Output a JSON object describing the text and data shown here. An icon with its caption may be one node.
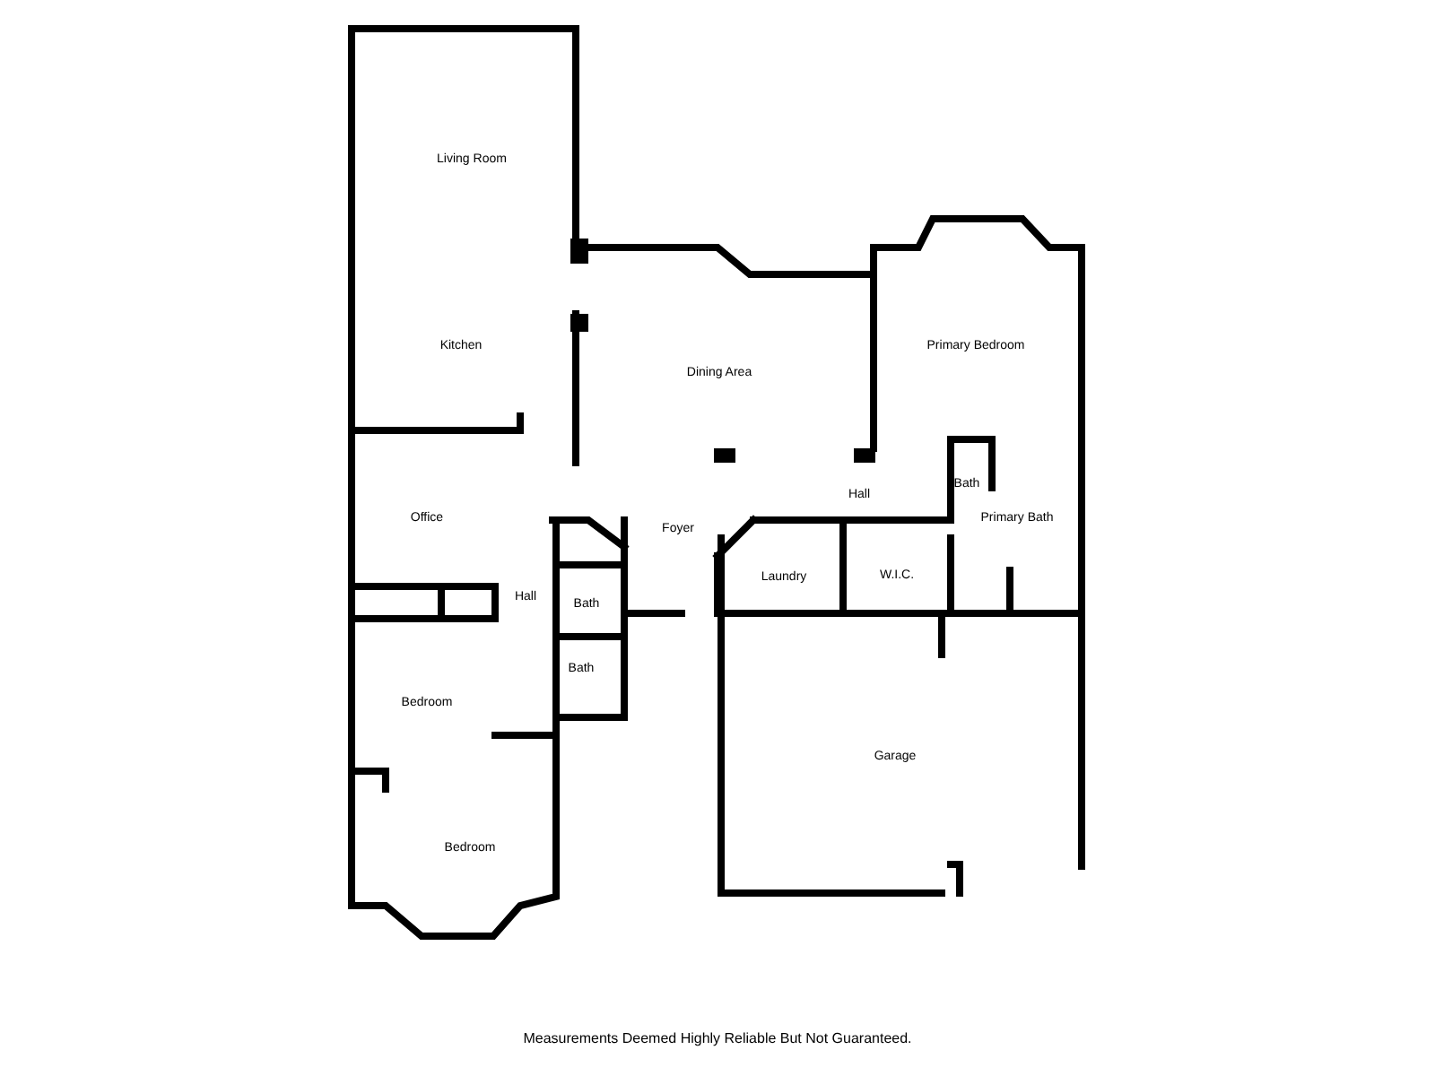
{
  "diagram": {
    "caption": "Measurements Deemed Highly Reliable But Not Guaranteed.",
    "labels": [
      "Living Room",
      "Primary Bedroom",
      "Kitchen",
      "Dining Area",
      "Hall",
      "Bath",
      "Office",
      "Primary Bath",
      "Foyer",
      "Laundry",
      "W.I.C.",
      "Hall",
      "Bath",
      "Bath",
      "Bedroom",
      "Garage",
      "Bedroom"
    ]
  }
}
